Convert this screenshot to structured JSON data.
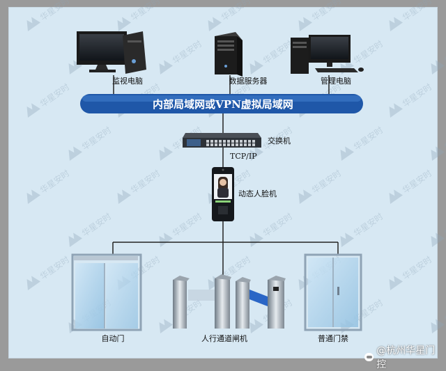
{
  "watermark": {
    "text": "华星安时"
  },
  "network": {
    "label": "内部局域网或VPN虚拟局域网"
  },
  "top_devices": [
    {
      "label": "监视电脑"
    },
    {
      "label": "数据服务器"
    },
    {
      "label": "管理电脑"
    }
  ],
  "switch": {
    "label": "交换机"
  },
  "protocol": {
    "label": "TCP/IP"
  },
  "face_terminal": {
    "label": "动态人脸机"
  },
  "bottom_devices": [
    {
      "label": "自动门"
    },
    {
      "label": "人行通道闸机"
    },
    {
      "label": "普通门禁"
    }
  ],
  "footer": {
    "text": "@杭州华星门控"
  },
  "colors": {
    "network_bar": "#1f57a8",
    "line": "#222222",
    "background": "#d7e8f3",
    "border": "#9a9a9a"
  }
}
